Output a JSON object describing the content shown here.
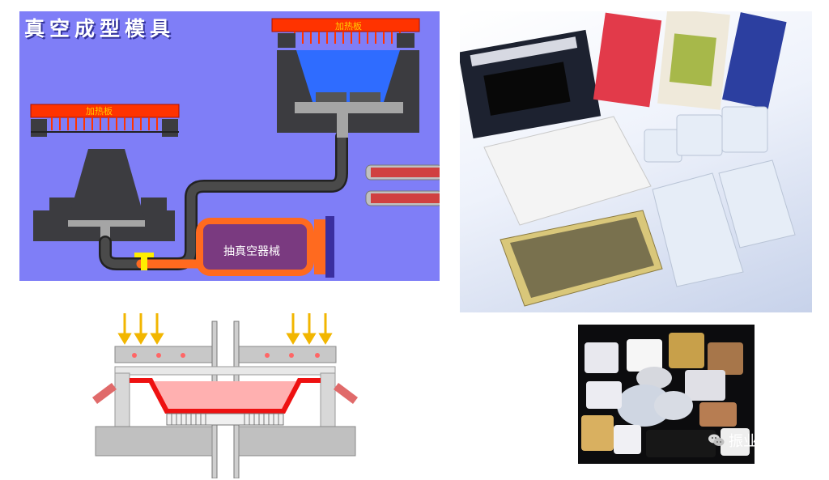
{
  "diagram": {
    "title": "真空成型模具",
    "heater_label_left": "加热板",
    "heater_label_right": "加热板",
    "vacuum_label": "抽真空器械"
  },
  "watermark": {
    "text": "振业注塑汇",
    "icon": "wechat-icon"
  },
  "colors": {
    "diagram_bg": "#7f7ef7",
    "heater_red": "#ff3300",
    "vacuum_orange": "#ff6a1f",
    "mould_gray": "#3c3c40",
    "cavity_blue": "#2f6cff",
    "formed_sheet_red": "#ee1111",
    "arrow_yellow": "#f2b600"
  }
}
